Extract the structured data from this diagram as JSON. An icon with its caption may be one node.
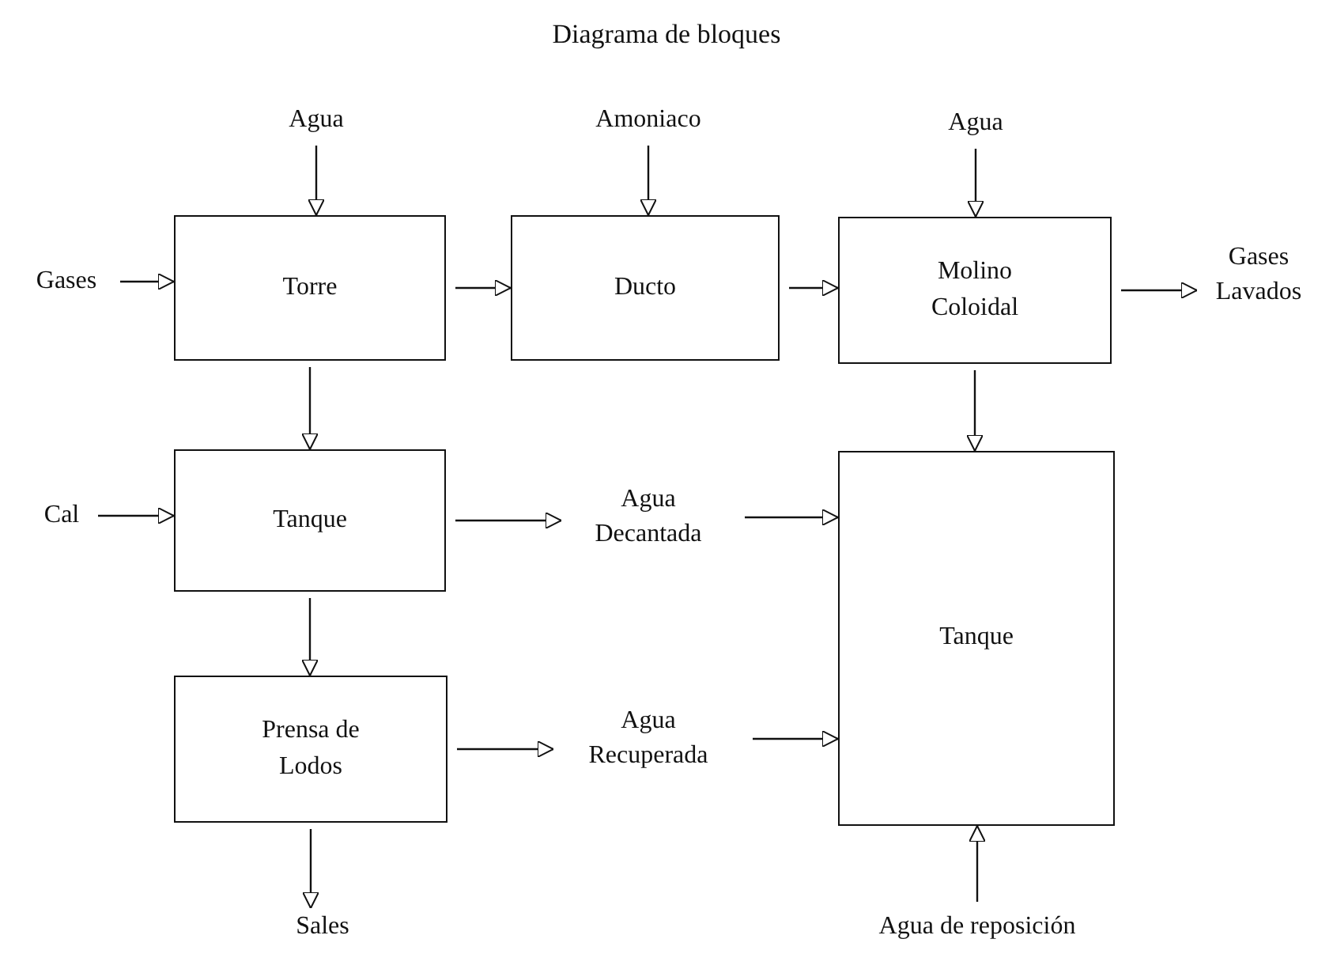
{
  "diagram": {
    "title": "Diagrama de bloques",
    "nodes": [
      {
        "text": [
          "Agua"
        ]
      },
      {
        "text": [
          "Amoniaco"
        ]
      },
      {
        "text": [
          "Agua"
        ]
      },
      {
        "text": [
          "Gases"
        ]
      },
      {
        "text": [
          "Torre"
        ]
      },
      {
        "text": [
          "Ducto"
        ]
      },
      {
        "text": [
          "Molino Coloidal"
        ]
      },
      {
        "text": [
          "Gases Lavados"
        ]
      },
      {
        "text": [
          "Cal"
        ]
      },
      {
        "text": [
          "Tanque"
        ]
      },
      {
        "text": [
          "Agua Decantada"
        ]
      },
      {
        "text": [
          "Tanque"
        ]
      },
      {
        "text": [
          "Prensa de Lodos"
        ]
      },
      {
        "text": [
          "Agua Recuperada"
        ]
      },
      {
        "text": [
          "Sales"
        ]
      },
      {
        "text": [
          "Agua de reposición"
        ]
      }
    ],
    "edges": [
      {
        "from": 0,
        "to": 4,
        "arrow": "to"
      },
      {
        "from": 1,
        "to": 5,
        "arrow": "to"
      },
      {
        "from": 2,
        "to": 6,
        "arrow": "to"
      },
      {
        "from": 3,
        "to": 4,
        "arrow": "to"
      },
      {
        "from": 4,
        "to": 5,
        "arrow": "to"
      },
      {
        "from": 5,
        "to": 6,
        "arrow": "to"
      },
      {
        "from": 6,
        "to": 7,
        "arrow": "to"
      },
      {
        "from": 4,
        "to": 9,
        "arrow": "to"
      },
      {
        "from": 6,
        "to": 11,
        "arrow": "to"
      },
      {
        "from": 8,
        "to": 9,
        "arrow": "to"
      },
      {
        "from": 9,
        "to": 10,
        "arrow": "to"
      },
      {
        "from": 10,
        "to": 11,
        "arrow": "to"
      },
      {
        "from": 9,
        "to": 12,
        "arrow": "to"
      },
      {
        "from": 12,
        "to": 13,
        "arrow": "to"
      },
      {
        "from": 13,
        "to": 11,
        "arrow": "to"
      },
      {
        "from": 12,
        "to": 14,
        "arrow": "to"
      },
      {
        "from": 15,
        "to": 11,
        "arrow": "to"
      }
    ]
  }
}
